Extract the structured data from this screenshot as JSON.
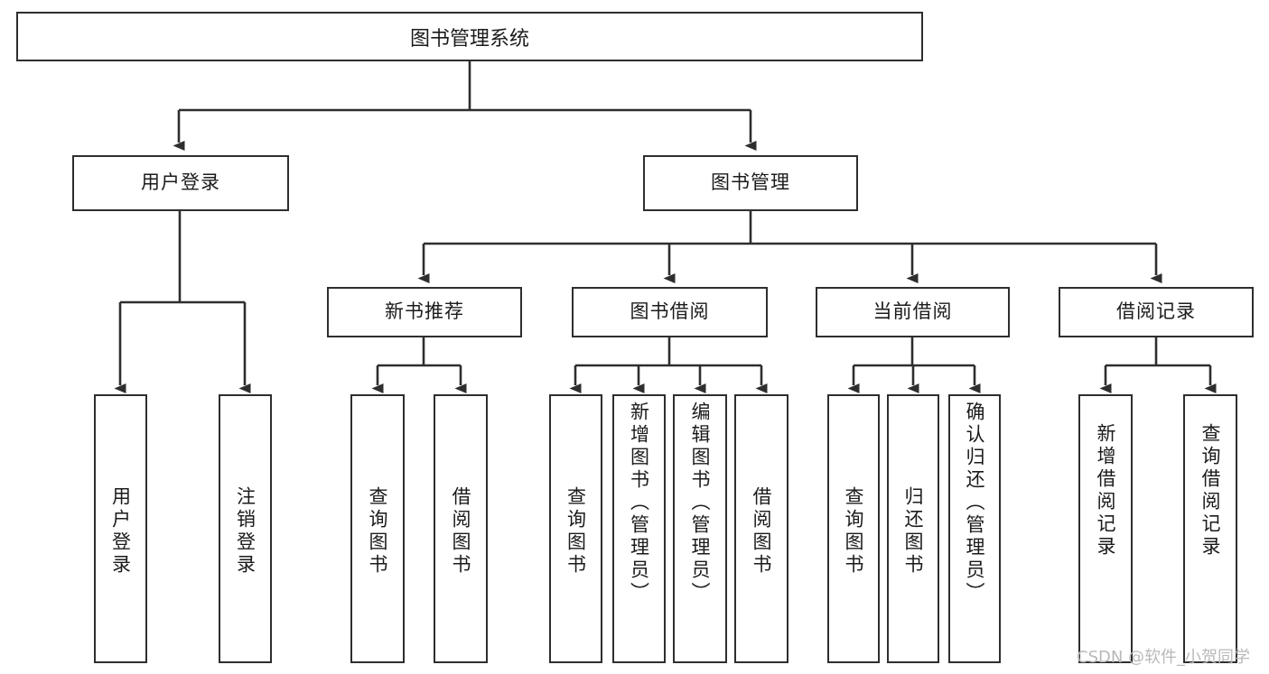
{
  "diagram": {
    "title": "图书管理系统",
    "type": "tree",
    "watermark": "CSDN @软件_小贺同学",
    "colors": {
      "stroke": "#2e2e2e",
      "fill": "#ffffff",
      "text": "#1b1b1b",
      "watermark": "#b9b9b9"
    },
    "root": {
      "id": "root",
      "label": "图书管理系统"
    },
    "level2": [
      {
        "id": "user-login",
        "label": "用户登录"
      },
      {
        "id": "book-manage",
        "label": "图书管理"
      }
    ],
    "level3": [
      {
        "id": "new-book-recommend",
        "label": "新书推荐"
      },
      {
        "id": "book-borrow",
        "label": "图书借阅"
      },
      {
        "id": "current-borrow",
        "label": "当前借阅"
      },
      {
        "id": "borrow-record",
        "label": "借阅记录"
      }
    ],
    "leaves": {
      "user_login": [
        {
          "id": "leaf-user-login",
          "label": "用户登录"
        },
        {
          "id": "leaf-logout-login",
          "label": "注销登录"
        }
      ],
      "new_book_recommend": [
        {
          "id": "leaf-query-book-1",
          "label": "查询图书"
        },
        {
          "id": "leaf-borrow-book-1",
          "label": "借阅图书"
        }
      ],
      "book_borrow": [
        {
          "id": "leaf-query-book-2",
          "label": "查询图书"
        },
        {
          "id": "leaf-add-book",
          "label": "新增图书（管理员）"
        },
        {
          "id": "leaf-edit-book",
          "label": "编辑图书（管理员）"
        },
        {
          "id": "leaf-borrow-book-2",
          "label": "借阅图书"
        }
      ],
      "current_borrow": [
        {
          "id": "leaf-query-book-3",
          "label": "查询图书"
        },
        {
          "id": "leaf-return-book",
          "label": "归还图书"
        },
        {
          "id": "leaf-confirm-return",
          "label": "确认归还（管理员）"
        }
      ],
      "borrow_record": [
        {
          "id": "leaf-add-record",
          "label": "新增借阅记录"
        },
        {
          "id": "leaf-query-record",
          "label": "查询借阅记录"
        }
      ]
    }
  }
}
